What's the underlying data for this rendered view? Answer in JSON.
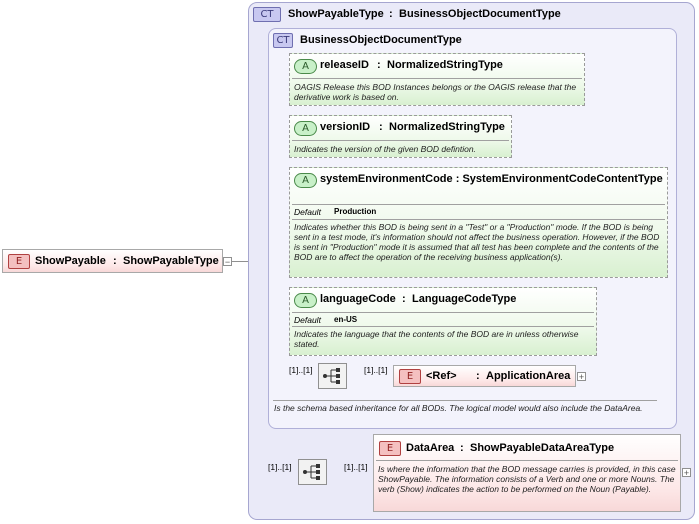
{
  "root_element": {
    "badge": "E",
    "name": "ShowPayable",
    "sep": ":",
    "type": "ShowPayableType"
  },
  "outer_type": {
    "badge": "CT",
    "name": "ShowPayableType",
    "sep": ":",
    "base": "BusinessObjectDocumentType"
  },
  "inner_type": {
    "badge": "CT",
    "name": "BusinessObjectDocumentType",
    "description": "Is the schema based inheritance for all BODs. The logical model would also include the DataArea."
  },
  "attributes": [
    {
      "badge": "A",
      "name": "releaseID",
      "sep": ":",
      "type": "NormalizedStringType",
      "description": "OAGIS Release this BOD Instances belongs or the OAGIS release that the derivative work is based on."
    },
    {
      "badge": "A",
      "name": "versionID",
      "sep": ":",
      "type": "NormalizedStringType",
      "description": "Indicates the version of the given BOD defintion."
    },
    {
      "badge": "A",
      "name": "systemEnvironmentCode",
      "sep": ":",
      "type": "SystemEnvironmentCodeContentType",
      "default_label": "Default",
      "default_value": "Production",
      "description": "Indicates whether this BOD is being sent in a \"Test\" or a \"Production\" mode. If the BOD is being sent in a test mode, it's information should not affect the business operation. However, if the BOD is sent in \"Production\" mode it is assumed that all test has been complete and the contents of the BOD are to affect the operation of the receiving business application(s)."
    },
    {
      "badge": "A",
      "name": "languageCode",
      "sep": ":",
      "type": "LanguageCodeType",
      "default_label": "Default",
      "default_value": "en-US",
      "description": "Indicates the language that the contents of the BOD are in unless otherwise stated."
    }
  ],
  "inner_sequence": {
    "card_before": "[1]..[1]",
    "card_after": "[1]..[1]",
    "ref_element": {
      "badge": "E",
      "name": "<Ref>",
      "sep": ":",
      "type": "ApplicationArea"
    }
  },
  "outer_sequence": {
    "card_before": "[1]..[1]",
    "card_after": "[1]..[1]",
    "element": {
      "badge": "E",
      "name": "DataArea",
      "sep": ":",
      "type": "ShowPayableDataAreaType",
      "description": "Is where the information that the BOD message carries is provided, in this case ShowPayable. The information consists of a Verb and one or more Nouns. The verb (Show) indicates the action to be performed on the Noun (Payable)."
    }
  },
  "icons": {
    "expand": "plus-icon",
    "collapse": "minus-icon",
    "sequence": "sequence-compositor-icon"
  }
}
